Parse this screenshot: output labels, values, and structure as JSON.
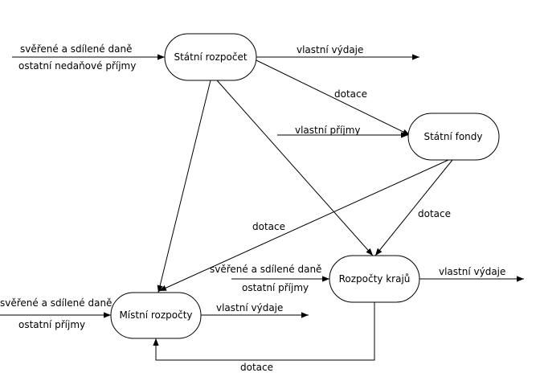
{
  "nodes": {
    "statni_rozpocet": "Státní rozpočet",
    "statni_fondy": "Státní fondy",
    "mistni_rozpocty": "Místní rozpočty",
    "rozpocty_kraju": "Rozpočty krajů"
  },
  "labels": {
    "sr_in_1": "svěřené a sdílené daně",
    "sr_in_2": "ostatní nedaňové příjmy",
    "sr_out": "vlastní výdaje",
    "sr_to_sf": "dotace",
    "sf_in": "vlastní příjmy",
    "sf_to_rk": "dotace",
    "sf_to_mr": "dotace",
    "rk_in_1": "svěřené a sdílené daně",
    "rk_in_2": "ostatní příjmy",
    "rk_out": "vlastní výdaje",
    "mr_in_1": "svěřené a sdílené daně",
    "mr_in_2": "ostatní příjmy",
    "mr_out": "vlastní výdaje",
    "rk_to_mr": "dotace"
  }
}
